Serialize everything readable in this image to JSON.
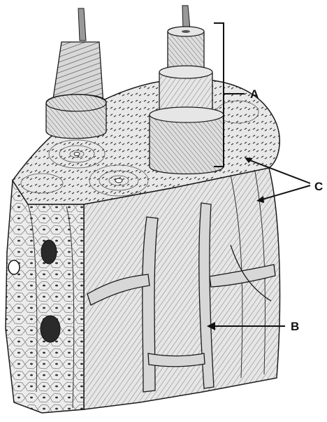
{
  "diagram": {
    "labels": {
      "a": "A",
      "b": "B",
      "c": "C"
    },
    "colors": {
      "ink": "#1a1a1a",
      "bone_fill": "#e9e9e9",
      "bone_dark": "#bdbdbd",
      "canal_fill": "#d7d7d7",
      "background": "#ffffff"
    }
  }
}
